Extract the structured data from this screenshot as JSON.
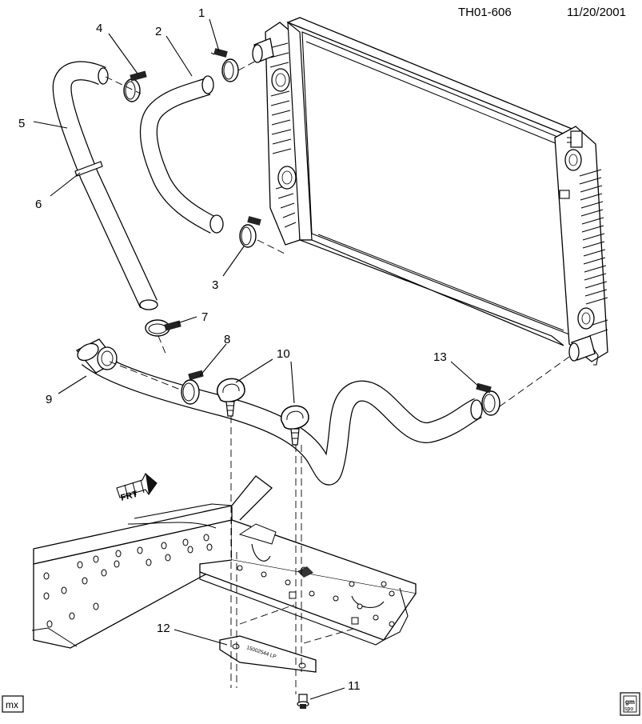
{
  "header": {
    "drawing_id": "TH01-606",
    "date": "11/20/2001"
  },
  "callouts": [
    "1",
    "2",
    "3",
    "4",
    "5",
    "6",
    "7",
    "8",
    "9",
    "10",
    "11",
    "12",
    "13"
  ],
  "badges": {
    "left": "mx",
    "right_top": "gm",
    "right_bottom": "spo"
  },
  "direction_arrow": {
    "label": "FRT"
  },
  "bracket_stamp": "15002544 LP"
}
